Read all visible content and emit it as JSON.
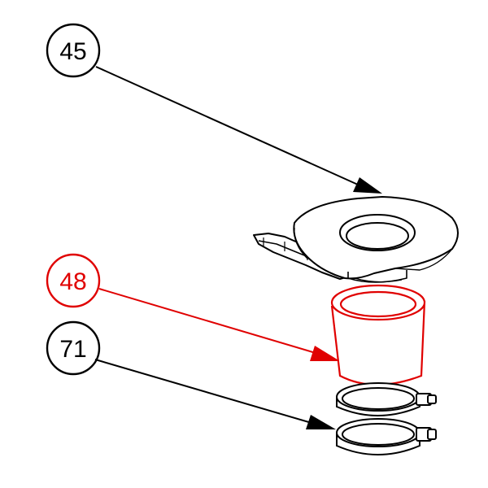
{
  "diagram": {
    "callouts": [
      {
        "id": "45",
        "label": "45",
        "color": "#000000"
      },
      {
        "id": "48",
        "label": "48",
        "color": "#e00000"
      },
      {
        "id": "71",
        "label": "71",
        "color": "#000000"
      }
    ],
    "colors": {
      "line": "#000000",
      "highlight": "#e00000",
      "background": "#ffffff"
    }
  }
}
